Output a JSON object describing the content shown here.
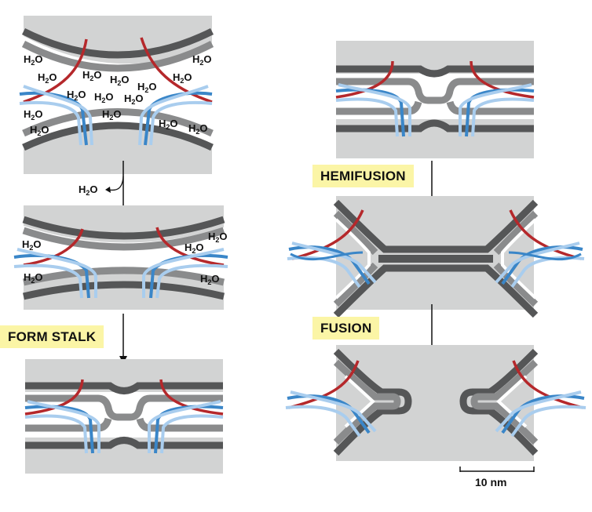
{
  "labels": {
    "form_stalk": "FORM STALK",
    "hemifusion": "HEMIFUSION",
    "fusion": "FUSION"
  },
  "water": {
    "main": "H",
    "sub": "2",
    "tail": "O"
  },
  "scale_bar": {
    "text": "10 nm"
  },
  "colors": {
    "lumen": "#d2d3d3",
    "leaflet_dark": "#555657",
    "leaflet_light": "#8a8b8c",
    "protein_red": "#b5282b",
    "protein_blue": "#3a86c8",
    "protein_lightblue": "#a9cdee",
    "label_bg": "#fbf5a6"
  }
}
